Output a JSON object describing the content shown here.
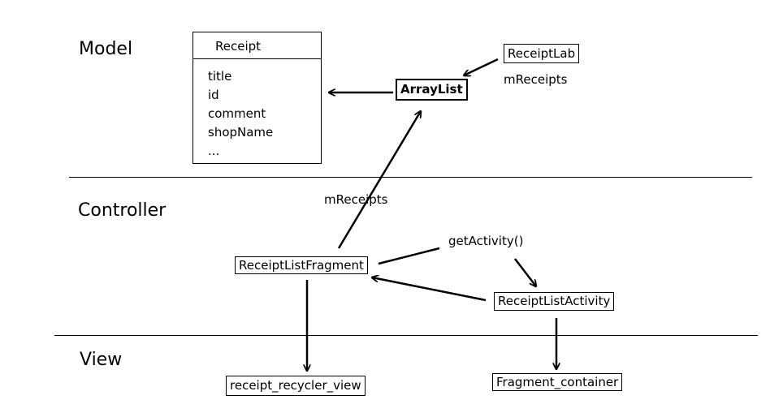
{
  "layers": {
    "model": "Model",
    "controller": "Controller",
    "view": "View"
  },
  "receipt_class": {
    "title": "Receipt",
    "fields": [
      "title",
      "id",
      "comment",
      "shopName",
      "..."
    ]
  },
  "nodes": {
    "array_list": "ArrayList",
    "receipt_lab": "ReceiptLab",
    "receipt_list_fragment": "ReceiptListFragment",
    "receipt_list_activity": "ReceiptListActivity",
    "receipt_recycler_view": "receipt_recycler_view",
    "fragment_container": "Fragment_container"
  },
  "edge_labels": {
    "m_receipts_model": "mReceipts",
    "m_receipts_controller": "mReceipts",
    "get_activity": "getActivity()"
  }
}
